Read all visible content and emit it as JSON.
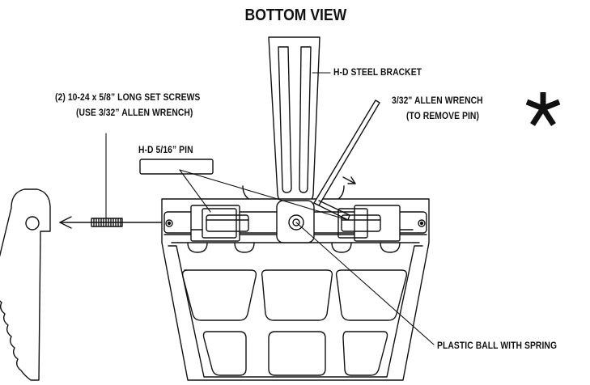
{
  "title": "BOTTOM VIEW",
  "labels": {
    "steel_bracket": "H-D STEEL BRACKET",
    "set_screws_line1": "(2) 10-24 x 5/8” LONG SET SCREWS",
    "set_screws_line2": "(USE 3/32” ALLEN WRENCH)",
    "allen_wrench_line1": "3/32\" ALLEN WRENCH",
    "allen_wrench_line2": "(TO REMOVE PIN)",
    "pin": "H-D 5/16” PIN",
    "plastic_ball": "PLASTIC BALL WITH SPRING"
  },
  "icons": {
    "asterisk": "asterisk-icon"
  },
  "colors": {
    "line": "#111111",
    "background": "#ffffff"
  }
}
